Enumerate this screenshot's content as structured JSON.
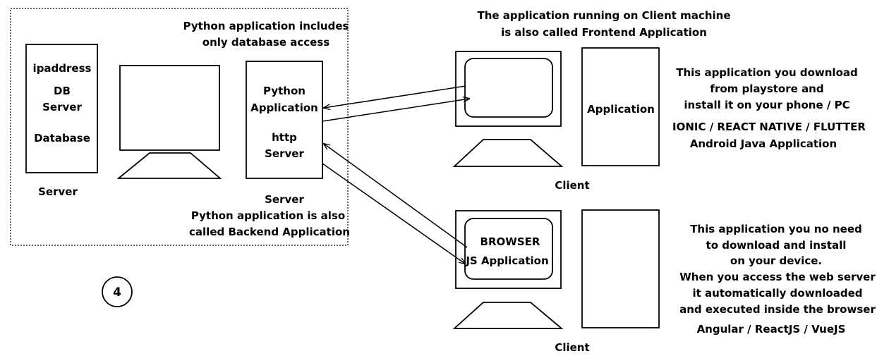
{
  "server_side": {
    "db_box": {
      "ip": "ipaddress",
      "db": "DB",
      "server": "Server",
      "database": "Database"
    },
    "server_caption": "Server",
    "python_box": {
      "line1": "Python",
      "line2": "Application",
      "line3": "http",
      "line4": "Server"
    },
    "note_top": [
      "Python application includes",
      "only database access"
    ],
    "note_bottom": [
      "Server",
      "Python application is also",
      "called Backend Application"
    ]
  },
  "step_badge": "4",
  "client_top": {
    "header": [
      "The application running on Client machine",
      "is also called Frontend Application"
    ],
    "app_label": "Application",
    "caption": "Client",
    "desc": [
      "This application you download",
      "from playstore and",
      "install it on your phone / PC"
    ],
    "tech": [
      "IONIC / REACT NATIVE / FLUTTER",
      "Android Java Application"
    ]
  },
  "client_bottom": {
    "screen": [
      "BROWSER",
      "JS Application"
    ],
    "caption": "Client",
    "desc": [
      "This application you no need",
      "to download and install",
      "on your device.",
      "When you access the web server",
      "it automatically downloaded",
      "and executed inside the browser"
    ],
    "tech": "Angular / ReactJS / VueJS"
  },
  "colors": {
    "stroke": "#000000",
    "background": "#ffffff"
  }
}
